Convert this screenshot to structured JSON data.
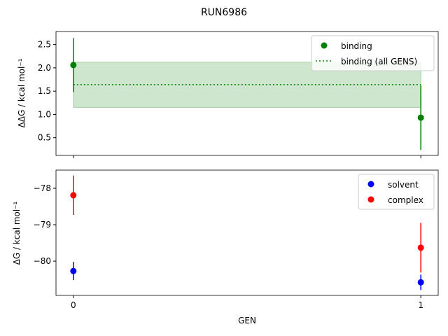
{
  "title": "RUN6986",
  "colors": {
    "binding": "#008000",
    "solvent": "#0000ff",
    "complex": "#ff0000",
    "band": "#cde6cd"
  },
  "chart_data": [
    {
      "type": "scatter",
      "ylabel": "ΔΔG / kcal mol⁻¹",
      "xlim": [
        -0.05,
        1.05
      ],
      "ylim": [
        0.12,
        2.78
      ],
      "yticks": [
        "0.5",
        "1.0",
        "1.5",
        "2.0",
        "2.5"
      ],
      "ytick_values": [
        0.5,
        1.0,
        1.5,
        2.0,
        2.5
      ],
      "legend": {
        "position": "top-right",
        "entries": [
          "binding",
          "binding (all GENS)"
        ]
      },
      "series": [
        {
          "name": "binding",
          "x": [
            0,
            1
          ],
          "y": [
            2.06,
            0.93
          ],
          "yerr": [
            0.58,
            0.69
          ]
        }
      ],
      "all_gens": {
        "name": "binding (all GENS)",
        "value": 1.64,
        "band": [
          1.15,
          2.12
        ]
      }
    },
    {
      "type": "scatter",
      "ylabel": "ΔG / kcal mol⁻¹",
      "xlabel": "GEN",
      "xlim": [
        -0.05,
        1.05
      ],
      "ylim": [
        -80.94,
        -77.5
      ],
      "xticks": [
        "0",
        "1"
      ],
      "xtick_values": [
        0,
        1
      ],
      "yticks": [
        "−78",
        "−79",
        "−80"
      ],
      "ytick_values": [
        -78,
        -79,
        -80
      ],
      "legend": {
        "position": "top-right",
        "entries": [
          "solvent",
          "complex"
        ]
      },
      "series": [
        {
          "name": "solvent",
          "x": [
            0,
            1
          ],
          "y": [
            -80.27,
            -80.58
          ],
          "yerr": [
            0.25,
            0.21
          ]
        },
        {
          "name": "complex",
          "x": [
            0,
            1
          ],
          "y": [
            -78.19,
            -79.63
          ],
          "yerr": [
            0.54,
            0.68
          ]
        }
      ]
    }
  ]
}
